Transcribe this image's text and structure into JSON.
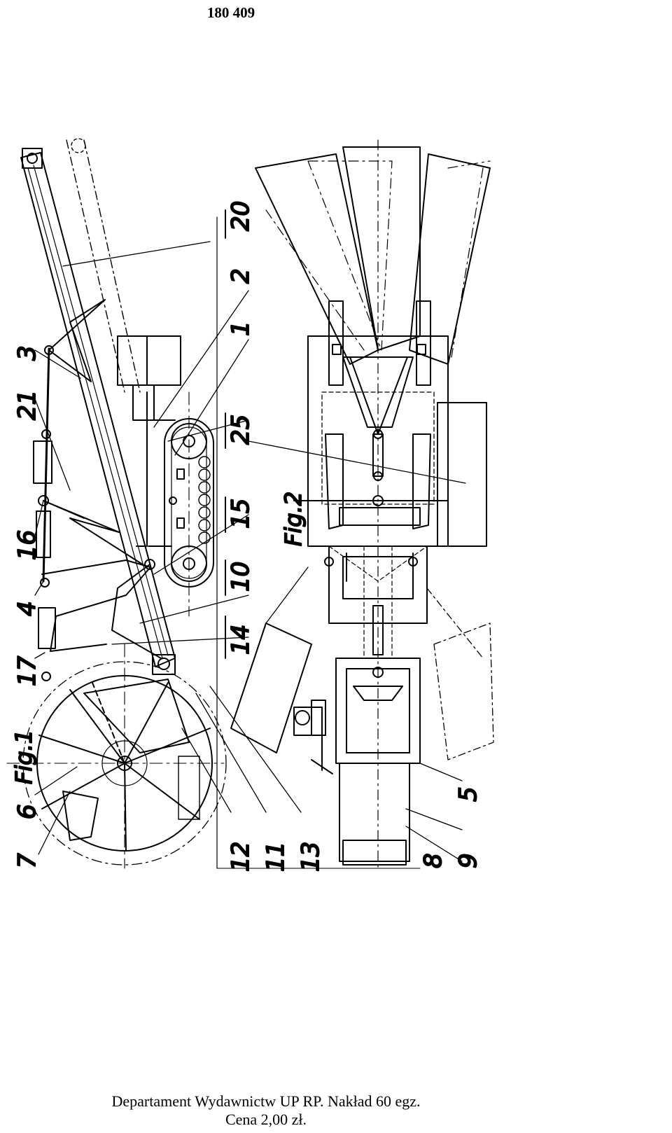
{
  "page": {
    "number": "180 409"
  },
  "figures": {
    "fig1": "Fig.1",
    "fig2": "Fig.2"
  },
  "callouts": {
    "top_row": [
      "20",
      "2",
      "1",
      "25",
      "15",
      "10",
      "14"
    ],
    "left_row": [
      "3",
      "21",
      "16",
      "4",
      "17",
      "6",
      "7"
    ],
    "bottom_row": [
      "12",
      "11",
      "13",
      "8",
      "9",
      "5"
    ]
  },
  "footer": {
    "line1": "Departament Wydawnictw UP RP. Nakład 60 egz.",
    "line2": "Cena 2,00 zł."
  }
}
